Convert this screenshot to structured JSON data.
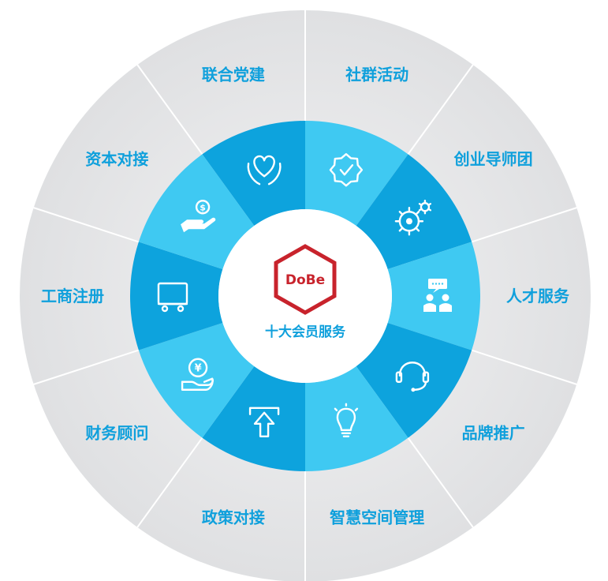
{
  "center": {
    "logo_text": "DoBe",
    "title": "十大会员服务"
  },
  "services": [
    {
      "label": "联合党建",
      "icon": "heart-hands-icon"
    },
    {
      "label": "社群活动",
      "icon": "badge-check-icon"
    },
    {
      "label": "创业导师团",
      "icon": "gears-icon"
    },
    {
      "label": "人才服务",
      "icon": "people-chat-icon"
    },
    {
      "label": "品牌推广",
      "icon": "headset-icon"
    },
    {
      "label": "智慧空间管理",
      "icon": "lightbulb-icon"
    },
    {
      "label": "政策对接",
      "icon": "upload-arrow-icon"
    },
    {
      "label": "财务顾问",
      "icon": "yen-coin-hand-icon"
    },
    {
      "label": "工商注册",
      "icon": "registration-card-icon"
    },
    {
      "label": "资本对接",
      "icon": "money-hand-icon"
    }
  ],
  "colors": {
    "outer_ring": "#e6e7e9",
    "outer_divider": "#ffffff",
    "segment_dark": "#0da3dd",
    "segment_light": "#3fc9f2",
    "label_text": "#0fa0dc",
    "center_text": "#0fa0dc",
    "logo_red": "#c8232c"
  }
}
